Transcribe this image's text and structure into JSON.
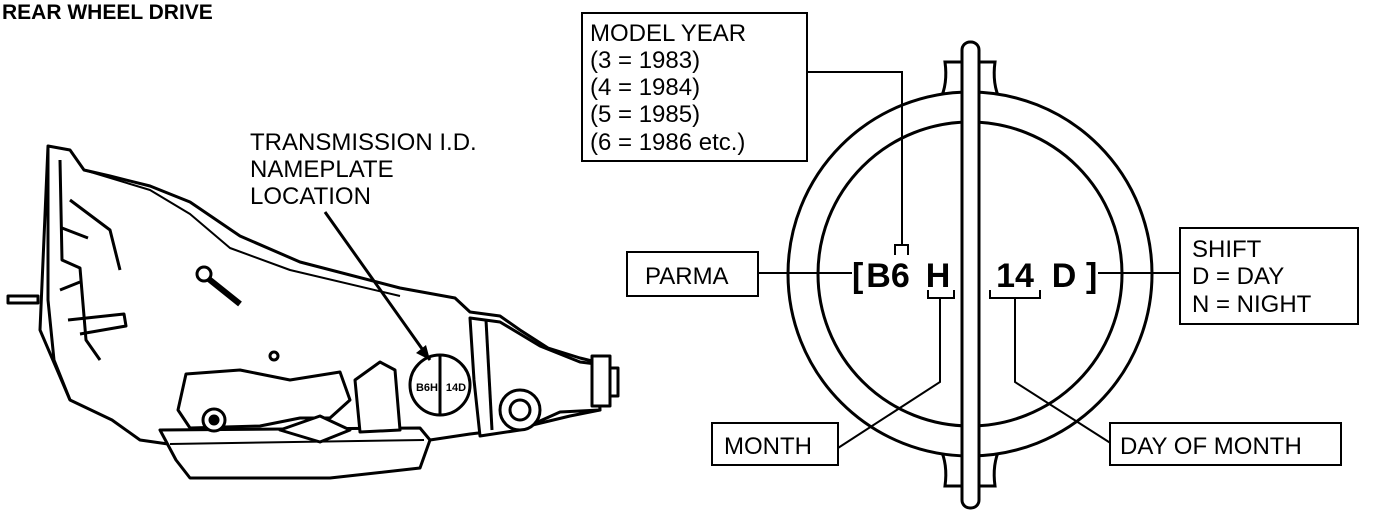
{
  "section_title": "REAR WHEEL DRIVE",
  "callout": {
    "line1": "TRANSMISSION I.D.",
    "line2": "NAMEPLATE",
    "line3": "LOCATION"
  },
  "nameplate_small": {
    "left": "B6H",
    "right": "14D"
  },
  "code": {
    "year": "B6",
    "month": "H",
    "day": "14",
    "shift": "D"
  },
  "labels": {
    "model_year": {
      "title": "MODEL YEAR",
      "lines": [
        "(3  =  1983)",
        "(4  =  1984)",
        "(5  =  1985)",
        "(6  =  1986 etc.)"
      ]
    },
    "parma": "PARMA",
    "shift": {
      "title": "SHIFT",
      "lines": [
        "D  =  DAY",
        "N  =  NIGHT"
      ]
    },
    "month": "MONTH",
    "day_of_month": "DAY OF MONTH"
  },
  "colors": {
    "ink": "#000000",
    "paper": "#ffffff"
  }
}
